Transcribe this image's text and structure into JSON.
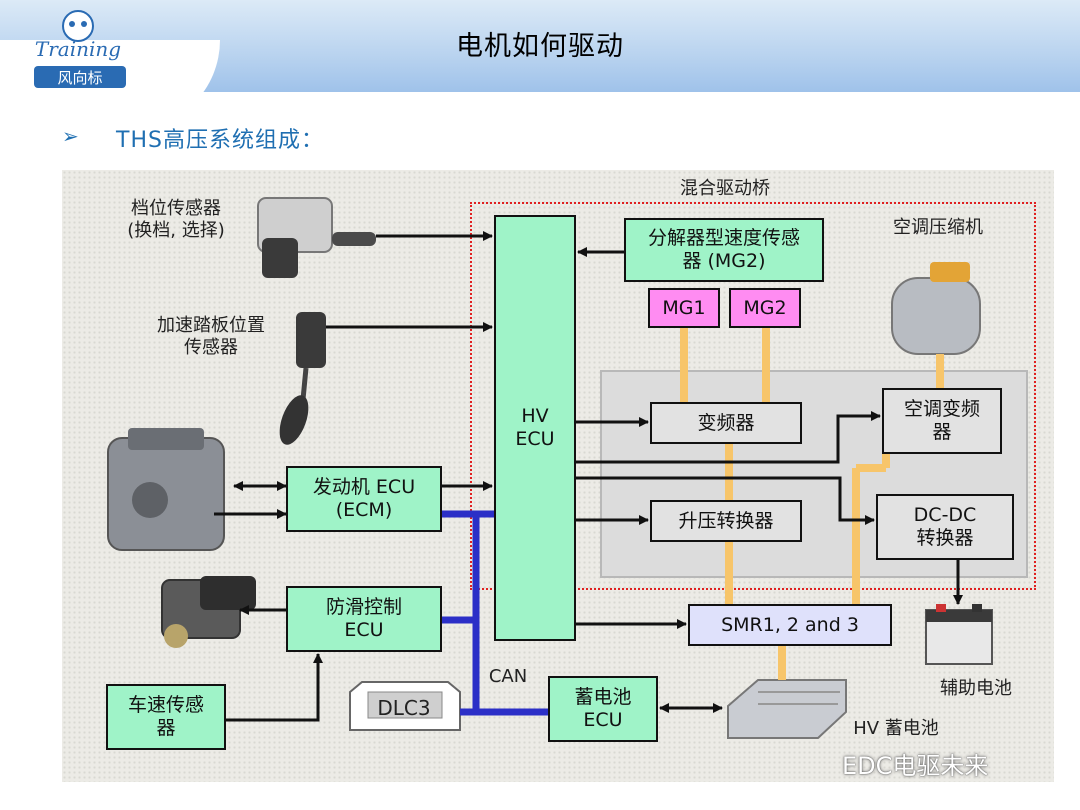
{
  "header": {
    "title": "电机如何驱动",
    "logo_text": "Training",
    "logo_sub": "风向标"
  },
  "subtitle": "THS高压系统组成：",
  "labels": {
    "shift_sensor": "档位传感器",
    "shift_sensor_sub": "(换档, 选择)",
    "accel_sensor_1": "加速踏板位置",
    "accel_sensor_2": "传感器",
    "hybrid_axle": "混合驱动桥",
    "ac_compressor": "空调压缩机",
    "can": "CAN",
    "aux_battery": "辅助电池",
    "hv_battery": "HV 蓄电池"
  },
  "boxes": {
    "resolver_1": "分解器型速度传感",
    "resolver_2": "器 (MG2)",
    "mg1": "MG1",
    "mg2": "MG2",
    "hv_ecu_1": "HV",
    "hv_ecu_2": "ECU",
    "inverter": "变频器",
    "ac_inverter_1": "空调变频",
    "ac_inverter_2": "器",
    "boost_converter": "升压转换器",
    "dcdc_1": "DC-DC",
    "dcdc_2": "转换器",
    "engine_ecu_1": "发动机 ECU",
    "engine_ecu_2": "(ECM)",
    "skid_ecu_1": "防滑控制",
    "skid_ecu_2": "ECU",
    "smr": "SMR1, 2 and 3",
    "speed_sensor_1": "车速传感",
    "speed_sensor_2": "器",
    "battery_ecu_1": "蓄电池",
    "battery_ecu_2": "ECU",
    "dlc3": "DLC3"
  },
  "watermark": "EDC电驱未来",
  "colors": {
    "ecu_green": "#9ff3c8",
    "mg_magenta": "#ff8cf2",
    "can_blue": "#2b2fc7",
    "power_orange": "#f7c56a",
    "dashed_red": "#e02020"
  }
}
